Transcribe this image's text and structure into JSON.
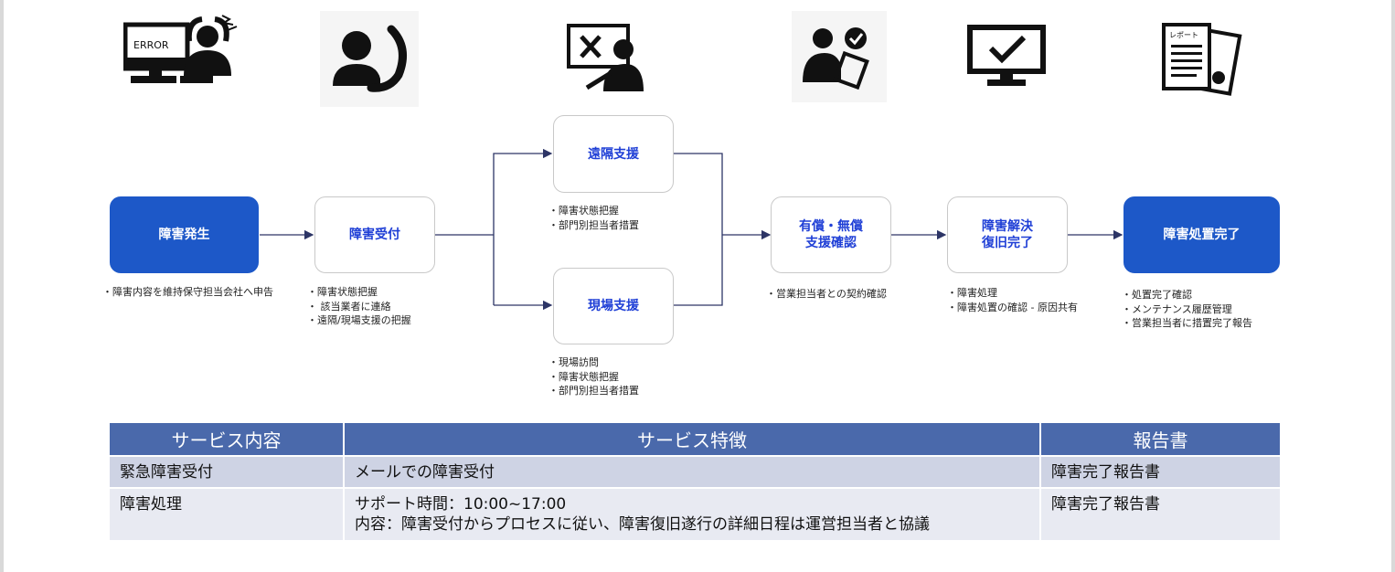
{
  "icons": {
    "error_label": "ERROR",
    "report_label": "レポート"
  },
  "nodes": {
    "occurrence": "障害発生",
    "reception": "障害受付",
    "remote": "遠隔支援",
    "onsite": "現場支援",
    "contract": "有償・無償\n支援確認",
    "resolution": "障害解決\n復旧完了",
    "completion": "障害処置完了"
  },
  "notes": {
    "occurrence": [
      "障害内容を維持保守担当会社へ申告"
    ],
    "reception": [
      "障害状態把握",
      " 該当業者に連絡",
      "遠隔/現場支援の把握"
    ],
    "remote": [
      "障害状態把握",
      "部門別担当者措置"
    ],
    "onsite": [
      "現場訪問",
      "障害状態把握",
      "部門別担当者措置"
    ],
    "contract": [
      "営業担当者との契約確認"
    ],
    "resolution": [
      "障害処理",
      "障害処置の確認 - 原因共有"
    ],
    "completion": [
      "処置完了確認",
      "メンテナンス履歴管理",
      "営業担当者に措置完了報告"
    ]
  },
  "table": {
    "headers": [
      "サービス内容",
      "サービス特徴",
      "報告書"
    ],
    "rows": [
      [
        "緊急障害受付",
        "メールでの障害受付",
        "障害完了報告書"
      ],
      [
        "障害処理",
        "サポート時間：10:00~17:00\n内容：障害受付からプロセスに従い、障害復旧遂行の詳細日程は運営担当者と協議",
        "障害完了報告書"
      ]
    ]
  },
  "colors": {
    "node_dark": "#1d58c8",
    "node_text": "#1f3fd6",
    "table_header": "#4a69ab",
    "row_1": "#ced3e4",
    "row_2": "#e8eaf2",
    "connector": "#2d3566"
  }
}
